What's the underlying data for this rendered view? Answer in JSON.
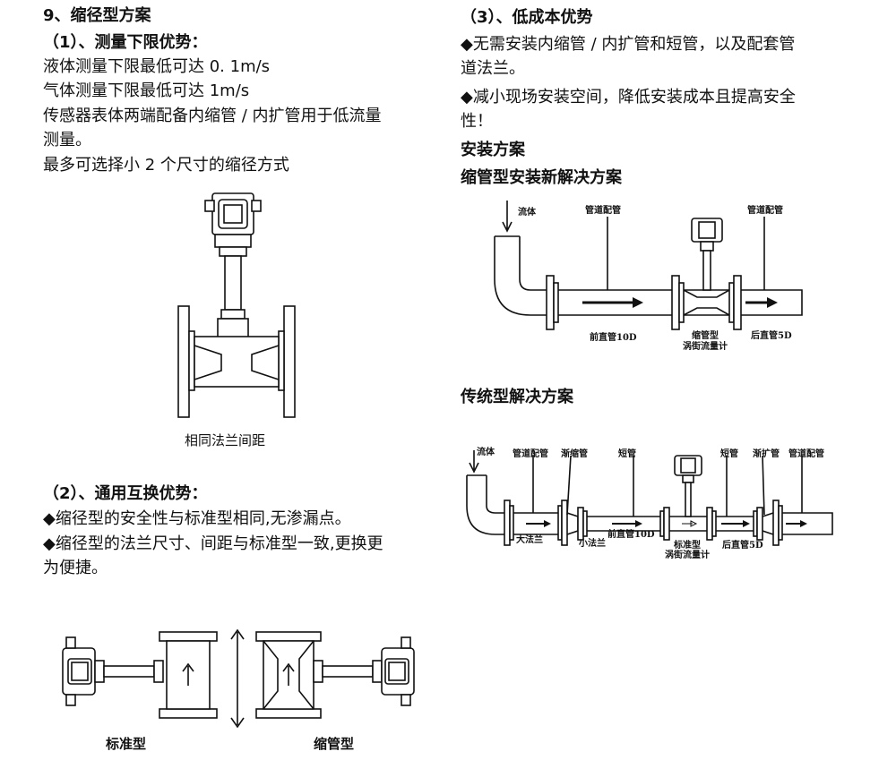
{
  "left": {
    "title": "9、缩径型方案",
    "sub1": "（1）、测量下限优势：",
    "l1": "液体测量下限最低可达 0. 1m/s",
    "l2": "气体测量下限最低可达 1m/s",
    "l3a": "传感器表体两端配备内缩管 / 内扩管用于低流量",
    "l3b": "测量。",
    "l4": "最多可选择小 2 个尺寸的缩径方式",
    "fig1_caption": "相同法兰间距",
    "sub2": "（2）、通用互换优势：",
    "p1": "◆缩径型的安全性与标准型相同,无渗漏点。",
    "p2a": "◆缩径型的法兰尺寸、间距与标准型一致,更换更",
    "p2b": "为便捷。",
    "fig2_left": "标准型",
    "fig2_right": "缩管型"
  },
  "right": {
    "sub3": "（3）、低成本优势",
    "p3a": "◆无需安装内缩管 / 内扩管和短管，以及配套管",
    "p3b": "道法兰。",
    "p4a": "◆减小现场安装空间，降低安装成本且提高安全",
    "p4b": "性！",
    "install": "安装方案",
    "new_title": "缩管型安装新解决方案",
    "new": {
      "flow": "流体",
      "pipe1": "管道配管",
      "pipe2": "管道配管",
      "front": "前直管10D",
      "meter1": "缩管型",
      "meter2": "涡街流量计",
      "back": "后直管5D"
    },
    "old_title": "传统型解决方案",
    "old": {
      "flow": "流体",
      "pipe1": "管道配管",
      "reducer": "渐缩管",
      "short1": "短管",
      "short2": "短管",
      "expander": "渐扩管",
      "pipe2": "管道配管",
      "big_flange": "大法兰",
      "small_flange": "小法兰",
      "front": "前直管10D",
      "meter1": "标准型",
      "meter2": "涡街流量计",
      "back": "后直管5D"
    }
  }
}
